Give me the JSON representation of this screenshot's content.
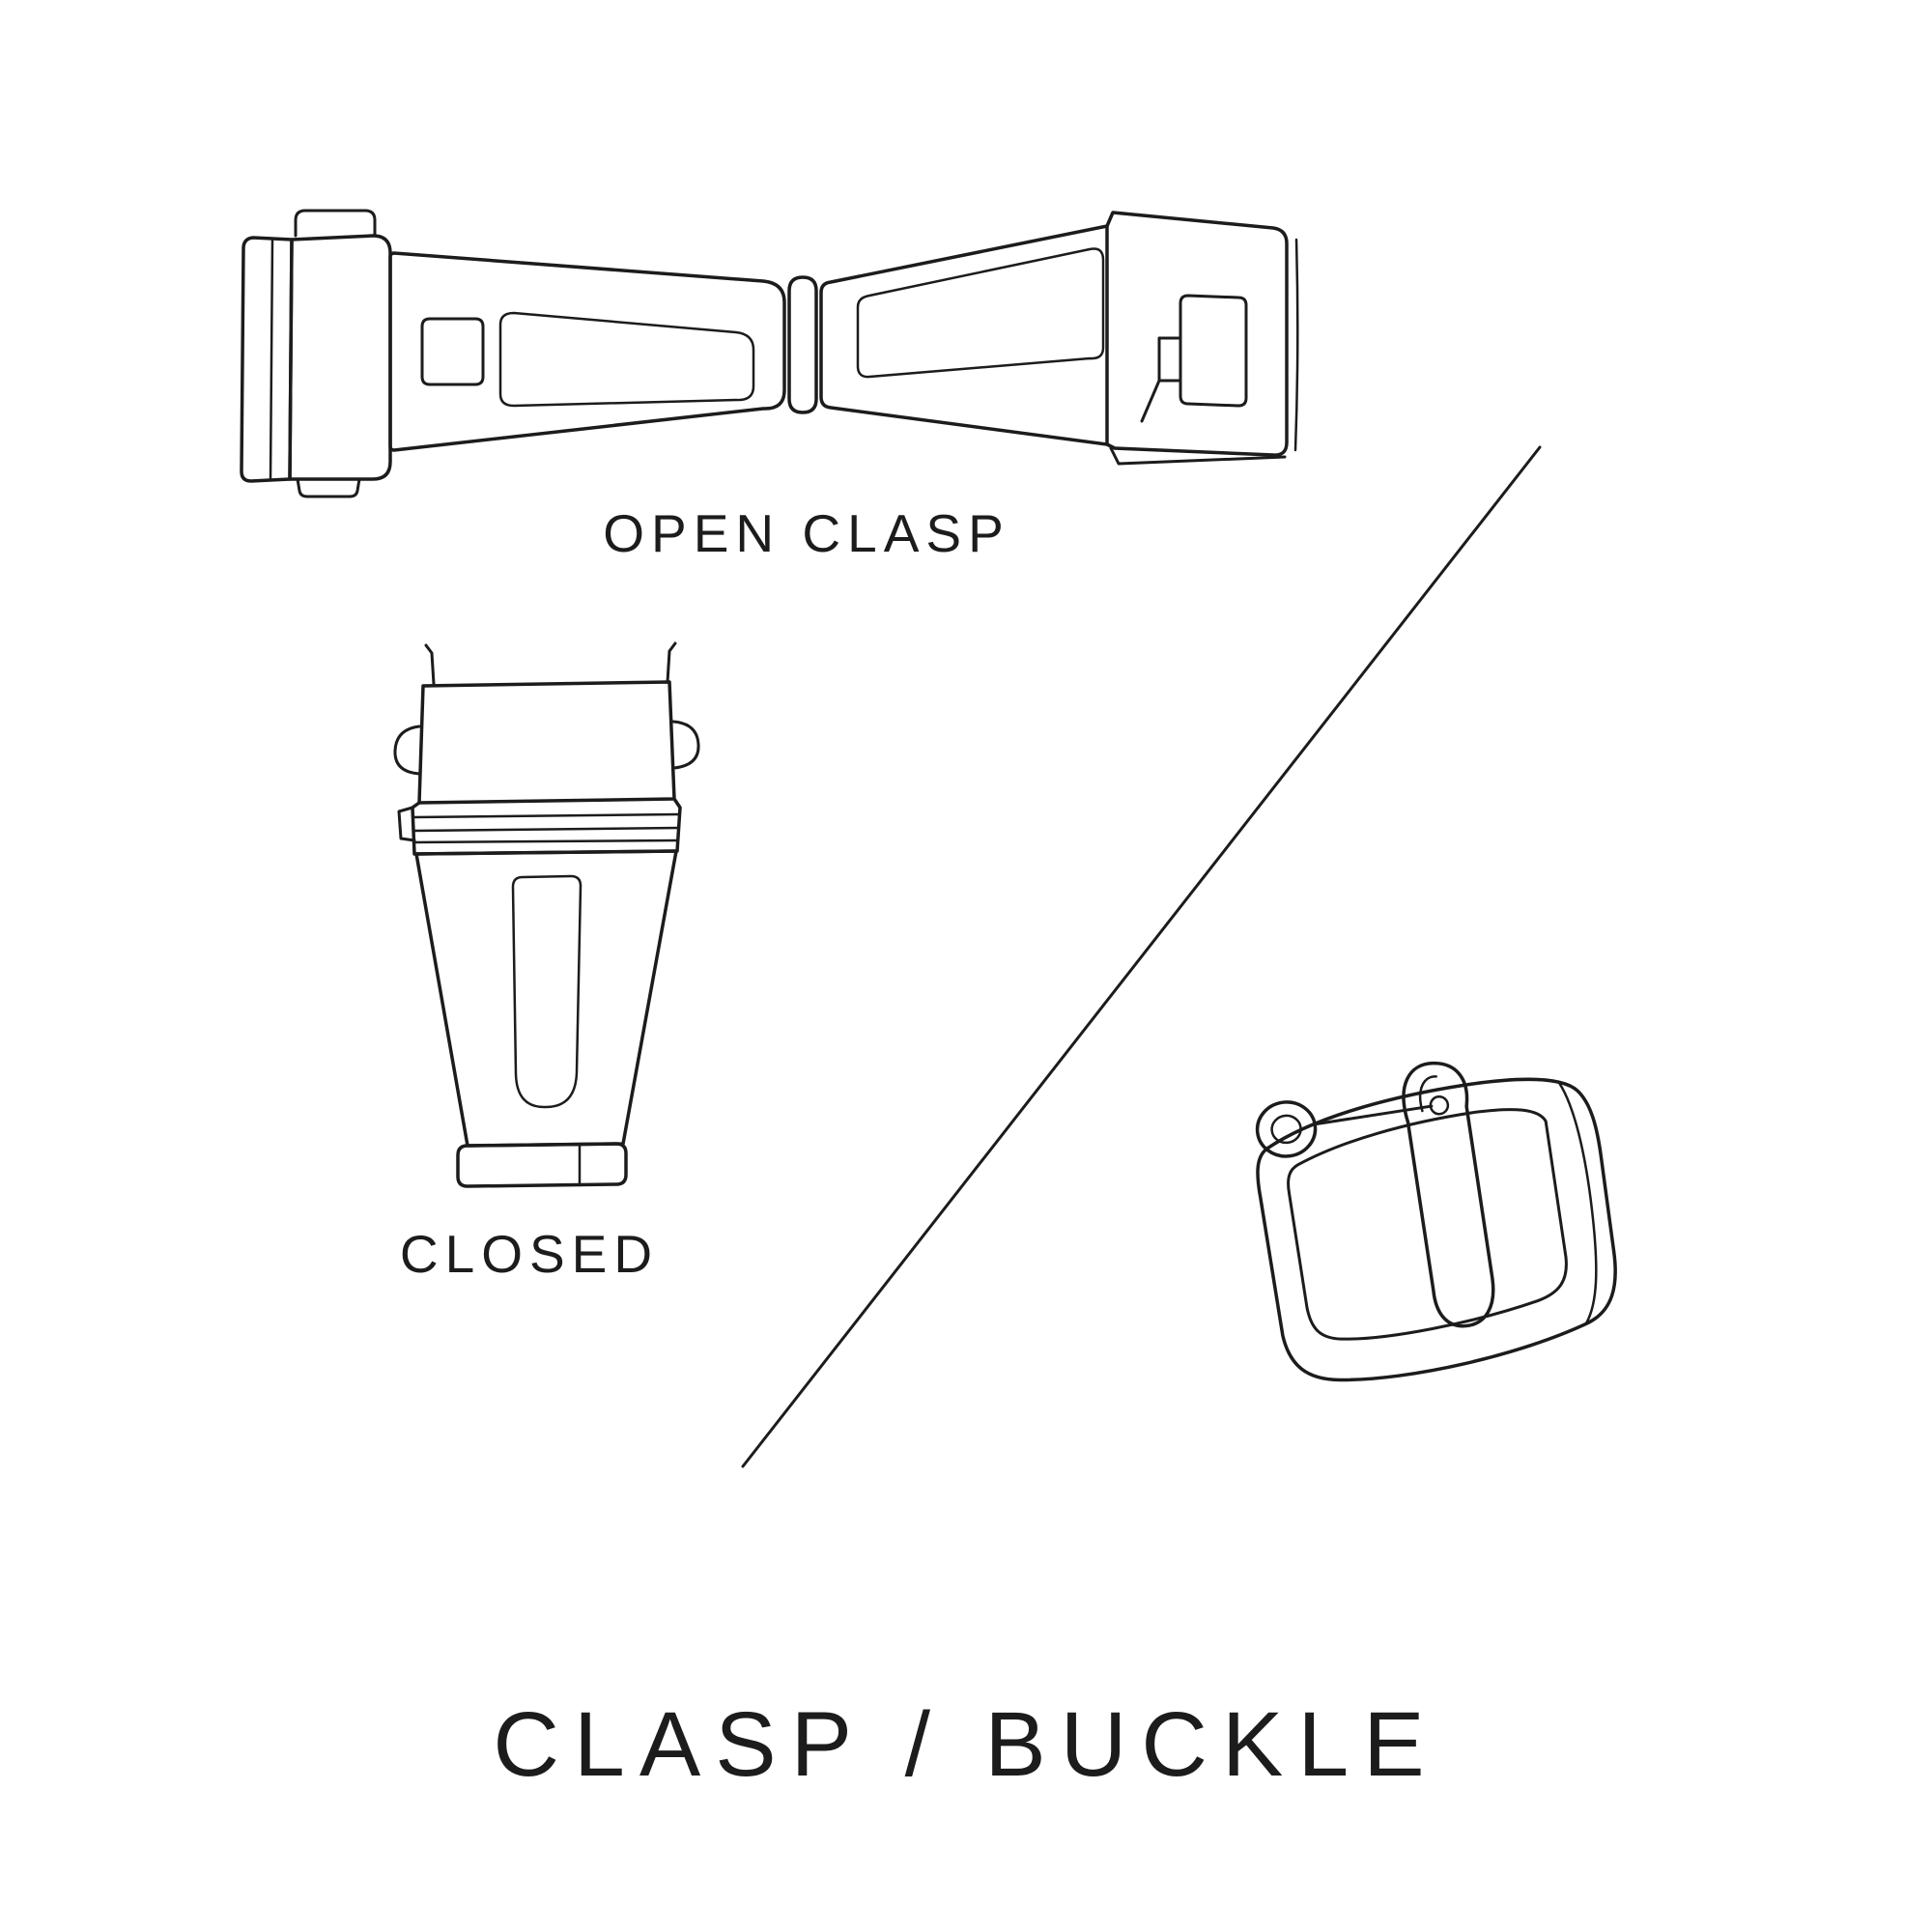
{
  "page": {
    "background_color": "#ffffff",
    "line_color": "#1c1c1c"
  },
  "labels": {
    "open_clasp": "OPEN CLASP",
    "closed": "CLOSED",
    "title": "CLASP / BUCKLE"
  },
  "illustrations": {
    "open_clasp": "open deployant watch clasp, unfolded butterfly view",
    "closed_clasp": "closed watch clasp, top view",
    "buckle": "tang buckle with pin and tongue",
    "divider": "diagonal divider line"
  }
}
